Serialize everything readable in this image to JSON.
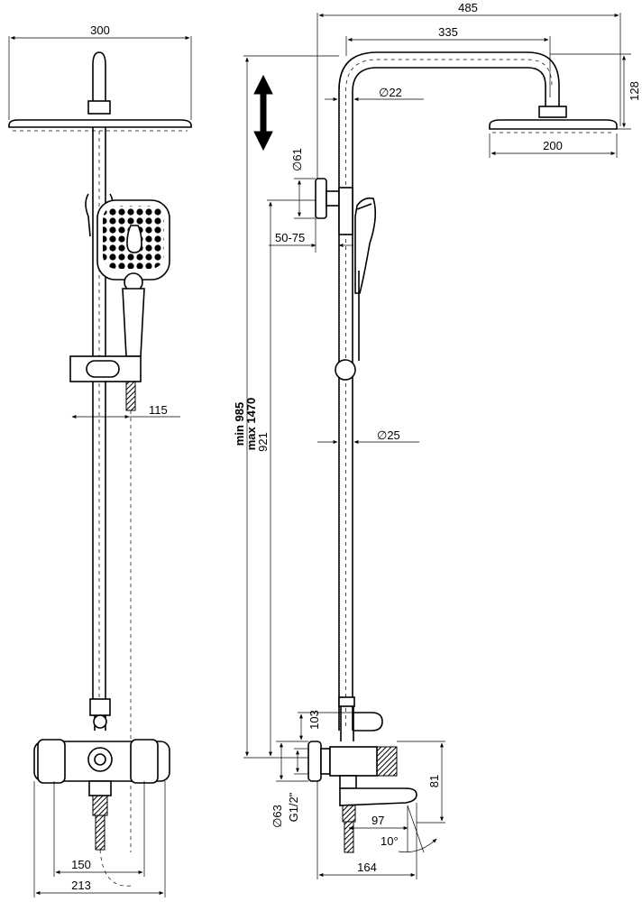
{
  "dimensions": {
    "d300": "300",
    "d485": "485",
    "d335": "335",
    "d128": "128",
    "d22": "∅22",
    "d200": "200",
    "d61": "∅61",
    "d5075": "50-75",
    "d115": "115",
    "d25": "∅25",
    "d921": "921",
    "height_min": "min 985",
    "height_max": "max 1470",
    "d103": "103",
    "d81": "81",
    "d63": "∅63",
    "dG12": "G1/2\"",
    "d97": "97",
    "d10": "10°",
    "d164": "164",
    "d150": "150",
    "d213": "213"
  }
}
